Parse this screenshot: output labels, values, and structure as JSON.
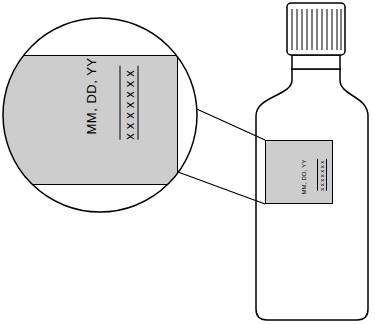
{
  "diagram": {
    "nodes": [
      {
        "text": [
          "MM, DD, YY",
          "xxxxxxx"
        ]
      },
      {
        "text": [
          "MM, DD, YY",
          "xxxxxxx"
        ]
      }
    ],
    "edges": [
      {
        "from": 0,
        "to": 1,
        "arrow": "none"
      }
    ]
  }
}
